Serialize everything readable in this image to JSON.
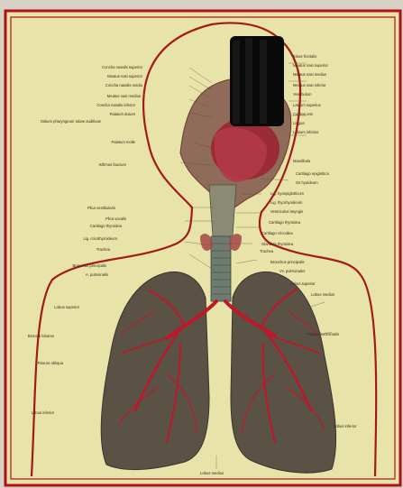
{
  "colors": {
    "background": "#e8e3a8",
    "frame": "#b0121a",
    "outline": "#a31a1a",
    "lung": "#5b5246",
    "vessel": "#c0162a",
    "trachea": "#6f7a70",
    "redaction": "#0a0a0a"
  },
  "labels": {
    "left": [
      "Concha nasalis superior",
      "Meatus nasi superior",
      "Concha nasalis media",
      "Meatus nasi medius",
      "Concha nasalis inferior",
      "Palatum durum",
      "Ostium pharyngeum tubae auditivae",
      "Palatum molle",
      "Isthmus faucium",
      "Plica vestibularis",
      "Plica vocalis",
      "Cartilago thyroidea",
      "Lig. cricothyroideum",
      "Trachea",
      "Bronchus principalis",
      "A. pulmonalis",
      "Lobus superior",
      "Bronchi lobares",
      "Fissura obliqua",
      "Lobus inferior"
    ],
    "right": [
      "Sinus frontalis",
      "Meatus nasi superior",
      "Meatus nasi medius",
      "Meatus nasi inferior",
      "Vestibulum",
      "Labium superius",
      "Cavitas oris",
      "Lingua",
      "Labium inferius",
      "Mandibula",
      "Cartilago epiglottica",
      "Os hyoideum",
      "Lig. hyoepiglotticum",
      "Lig. thyrohyoideum",
      "Ventriculus laryngis",
      "Cartilago thyroidea",
      "Cartilago cricoidea",
      "Glandula thyroidea",
      "Trachea",
      "Bronchus principalis",
      "Vv. pulmonales",
      "Lobus superior",
      "Lobus medius",
      "Fissura horizontalis",
      "Lobus inferior"
    ],
    "bottom": [
      "Lobus medius"
    ]
  }
}
